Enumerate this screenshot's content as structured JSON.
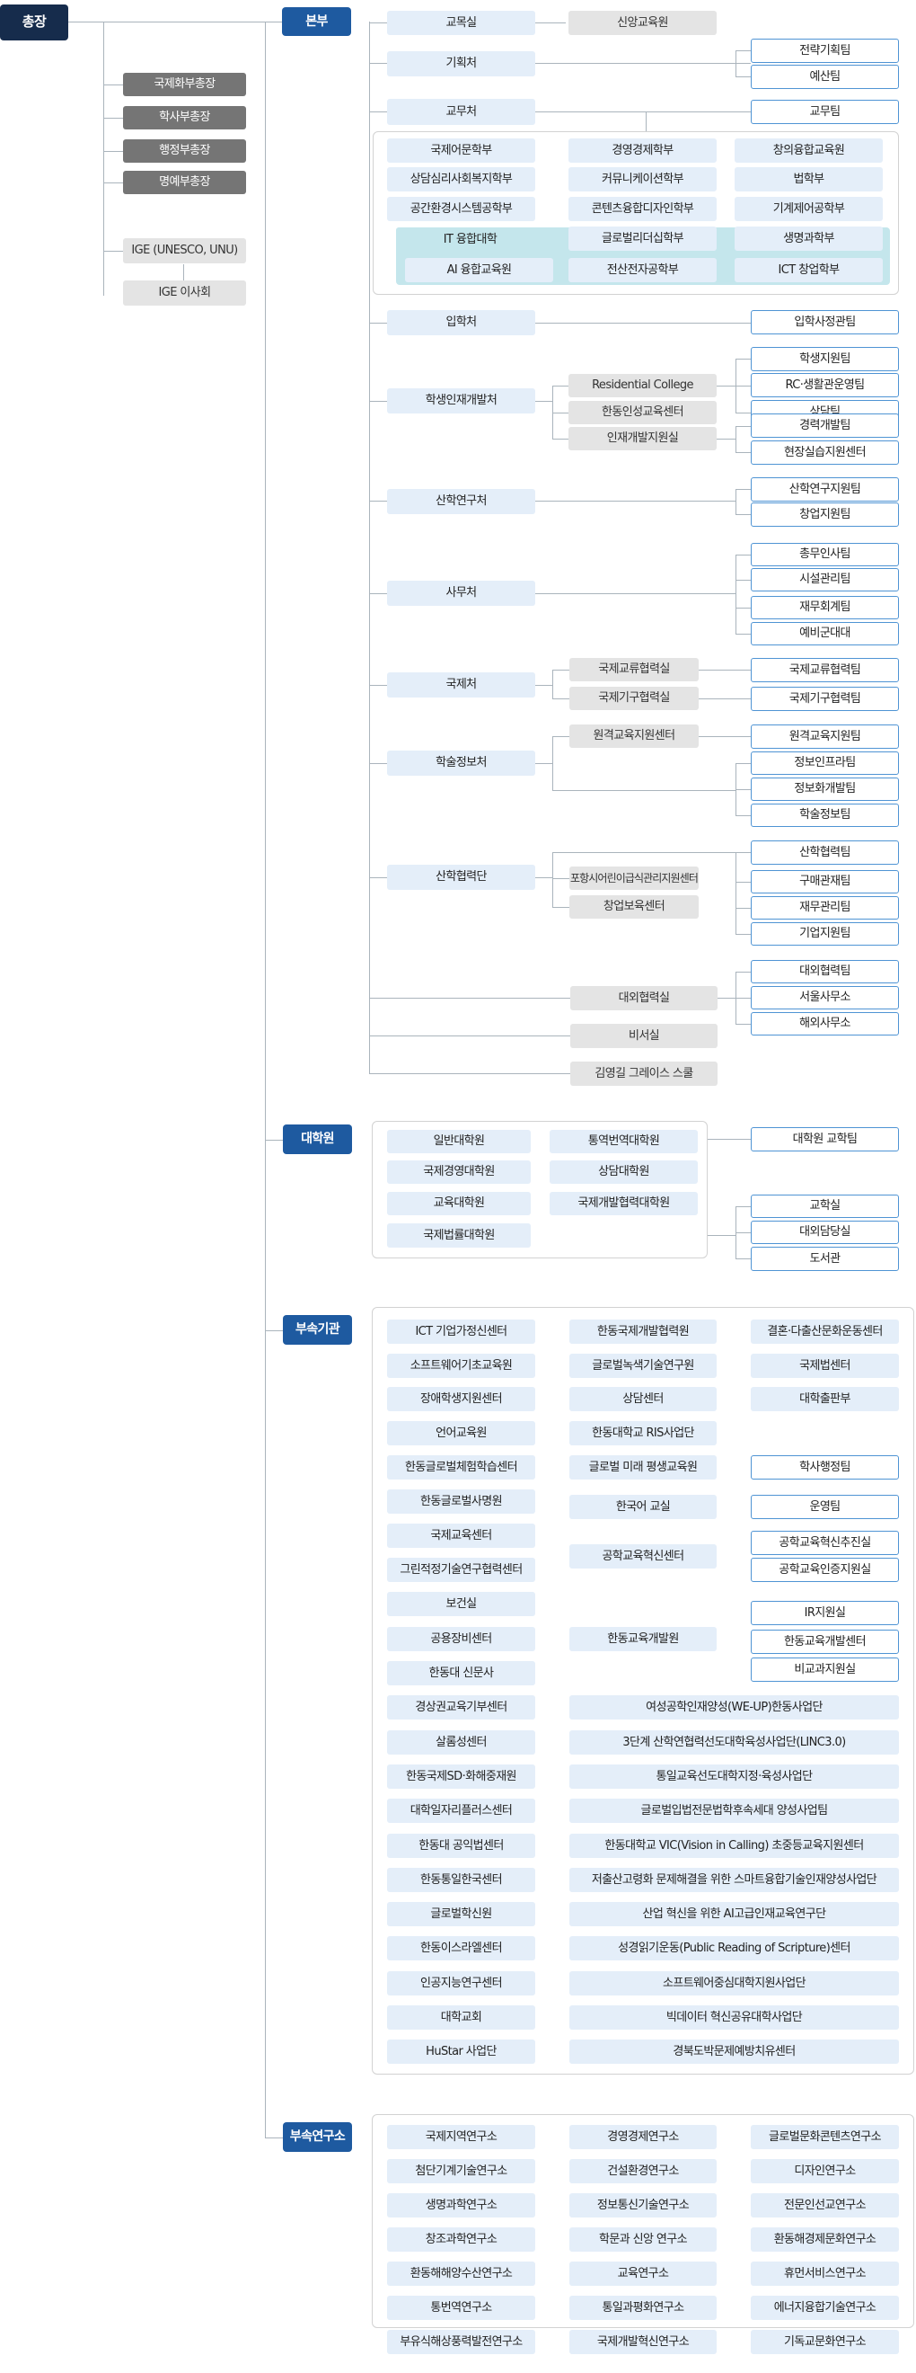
{
  "org": {
    "president": "총장",
    "vice_presidents": [
      "국제화부총장",
      "학사부총장",
      "행정부총장",
      "명예부총장"
    ],
    "ige": [
      "IGE (UNESCO, UNU)",
      "IGE 이사회"
    ],
    "main_office": {
      "title": "본부",
      "top_units": [
        "교목실",
        "신앙교육원",
        "기획처",
        "전략기획팀",
        "예산팀",
        "교무처",
        "교무팀"
      ],
      "schools": [
        [
          "국제어문학부",
          "경영경제학부",
          "창의융합교육원"
        ],
        [
          "상담심리사회복지학부",
          "커뮤니케이션학부",
          "법학부"
        ],
        [
          "공간환경시스템공학부",
          "콘텐츠융합디자인학부",
          "기계제어공학부"
        ],
        [
          "IT 융합대학",
          "글로벌리더십학부",
          "생명과학부"
        ],
        [
          "AI 융합교육원",
          "전산전자공학부",
          "ICT 창업학부"
        ]
      ],
      "admissions": [
        "입학처",
        "입학사정관팀"
      ],
      "student_dev": [
        "학생인재개발처",
        "Residential College",
        "한동인성교육센터",
        "인재개발지원실",
        "학생지원팀",
        "RC·생활관운영팀",
        "상담팀",
        "경력개발팀",
        "현장실습지원센터"
      ],
      "research": [
        "산학연구처",
        "산학연구지원팀",
        "창업지원팀"
      ],
      "general_affairs": [
        "사무처",
        "총무인사팀",
        "시설관리팀",
        "재무회계팀",
        "예비군대대"
      ],
      "international": [
        "국제처",
        "국제교류협력실",
        "국제기구협력실",
        "국제교류협력팀",
        "국제기구협력팀"
      ],
      "info": [
        "학술정보처",
        "원격교육지원센터",
        "원격교육지원팀",
        "정보인프라팀",
        "정보화개발팀",
        "학술정보팀"
      ],
      "industry": [
        "산학협력단",
        "포항시어린이급식관리지원센터",
        "창업보육센터",
        "산학협력팀",
        "구매관재팀",
        "재무관리팀",
        "기업지원팀"
      ],
      "external": [
        "대외협력실",
        "대외협력팀",
        "서울사무소",
        "해외사무소"
      ],
      "secretary": "비서실",
      "grace_school": "김영길 그레이스 스쿨"
    },
    "graduate": {
      "title": "대학원",
      "schools": [
        "일반대학원",
        "통역번역대학원",
        "국제경영대학원",
        "상담대학원",
        "교육대학원",
        "국제개발협력대학원",
        "국제법률대학원"
      ],
      "teams": [
        "대학원 교학팀",
        "교학실",
        "대외담당실",
        "도서관"
      ]
    },
    "affiliated": {
      "title": "부속기관",
      "items": [
        "ICT 기업가정신센터",
        "한동국제개발협력원",
        "결혼·다출산문화운동센터",
        "소프트웨어기초교육원",
        "글로벌녹색기술연구원",
        "국제법센터",
        "장애학생지원센터",
        "상담센터",
        "대학출판부",
        "언어교육원",
        "한동대학교 RIS사업단",
        "한동글로벌체험학습센터",
        "글로벌 미래 평생교육원",
        "학사행정팀",
        "한동글로벌사명원",
        "한국어 교실",
        "운영팀",
        "국제교육센터",
        "공학교육혁신센터",
        "공학교육혁신추진실",
        "그린적정기술연구협력센터",
        "공학교육인증지원실",
        "보건실",
        "IR지원실",
        "공용장비센터",
        "한동교육개발원",
        "한동교육개발센터",
        "한동대 신문사",
        "비교과지원실",
        "경상권교육기부센터",
        "여성공학인재양성(WE-UP)한동사업단",
        "살롬성센터",
        "3단계 산학연협력선도대학육성사업단(LINC3.0)",
        "한동국제SD·화해중재원",
        "통일교육선도대학지정·육성사업단",
        "대학일자리플러스센터",
        "글로벌입법전문법학후속세대 양성사업팀",
        "한동대 공익법센터",
        "한동대학교 VIC(Vision in Calling) 초중등교육지원센터",
        "한동통일한국센터",
        "저출산고령화 문제해결을 위한 스마트융합기술인재양성사업단",
        "글로벌학신원",
        "산업 혁신을 위한 AI고급인재교육연구단",
        "한동이스라엘센터",
        "성경읽기운동(Public Reading of Scripture)센터",
        "인공지능연구센터",
        "소프트웨어중심대학지원사업단",
        "대학교회",
        "빅데이터 혁신공유대학사업단",
        "HuStar 사업단",
        "경북도박문제예방치유센터"
      ]
    },
    "institutes": {
      "title": "부속연구소",
      "items": [
        "국제지역연구소",
        "경영경제연구소",
        "글로벌문화콘텐츠연구소",
        "첨단기계기술연구소",
        "건설환경연구소",
        "디자인연구소",
        "생명과학연구소",
        "정보통신기술연구소",
        "전문인선교연구소",
        "창조과학연구소",
        "학문과 신앙 연구소",
        "환동해경제문화연구소",
        "환동해해양수산연구소",
        "교육연구소",
        "휴먼서비스연구소",
        "통번역연구소",
        "통일과평화연구소",
        "에너지융합기술연구소",
        "부유식해상풍력발전연구소",
        "국제개발혁신연구소",
        "기독교문화연구소"
      ]
    }
  }
}
